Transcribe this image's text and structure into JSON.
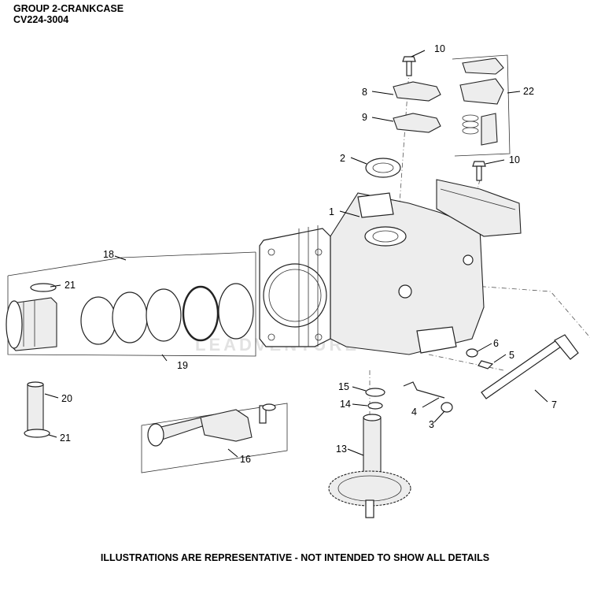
{
  "header": {
    "title": "GROUP 2-CRANKCASE",
    "model": "CV224-3004"
  },
  "watermark": "LEADVENTURE",
  "footer": "ILLUSTRATIONS ARE REPRESENTATIVE - NOT INTENDED TO SHOW ALL DETAILS",
  "callouts": {
    "c1": "1",
    "c2": "2",
    "c3": "3",
    "c4": "4",
    "c5": "5",
    "c6": "6",
    "c7": "7",
    "c8": "8",
    "c9": "9",
    "c10a": "10",
    "c10b": "10",
    "c13": "13",
    "c14": "14",
    "c15": "15",
    "c16": "16",
    "c18": "18",
    "c19": "19",
    "c20": "20",
    "c21a": "21",
    "c21b": "21",
    "c22": "22"
  }
}
